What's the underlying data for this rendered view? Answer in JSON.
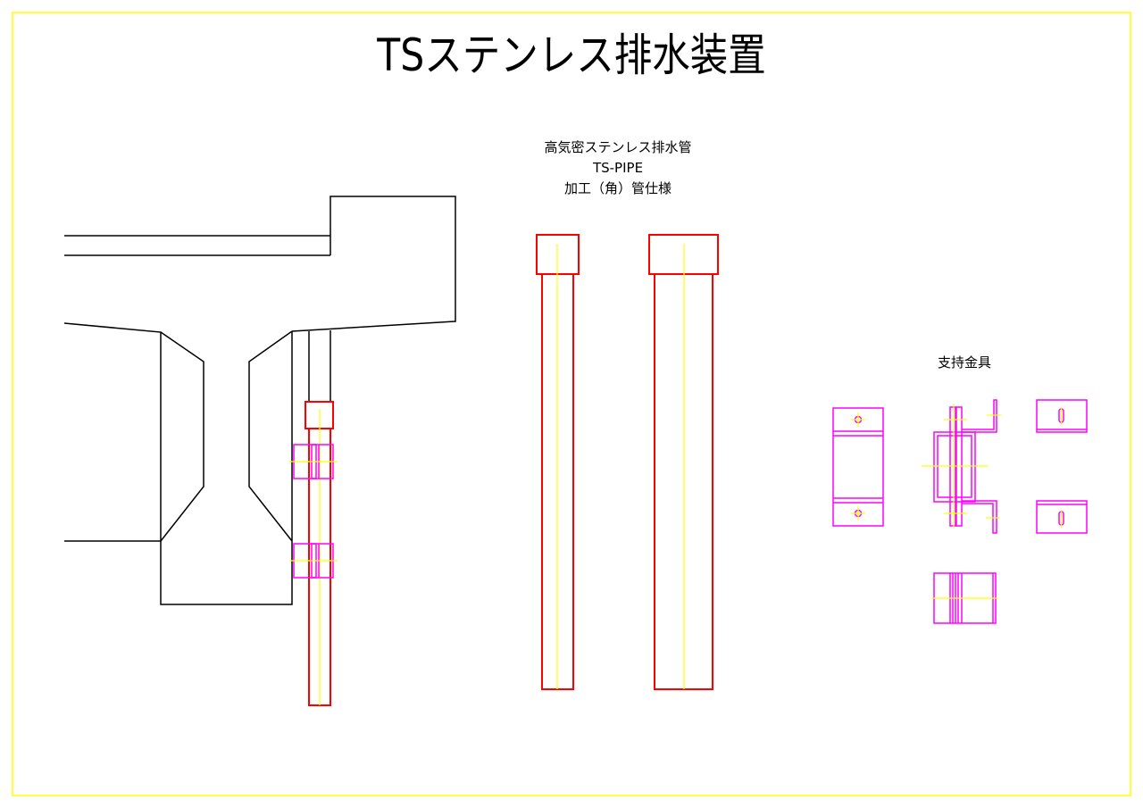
{
  "title": "TSステンレス排水装置",
  "pipe_label": {
    "line1": "高気密ステンレス排水管",
    "line2": "TS-PIPE",
    "line3": "加工（角）管仕様"
  },
  "bracket_label": "支持金具",
  "colors": {
    "border": "#ffff00",
    "pipe": "#ff0000",
    "bracket": "#ff00ff",
    "centerline": "#ffff00",
    "structure": "#000000"
  }
}
